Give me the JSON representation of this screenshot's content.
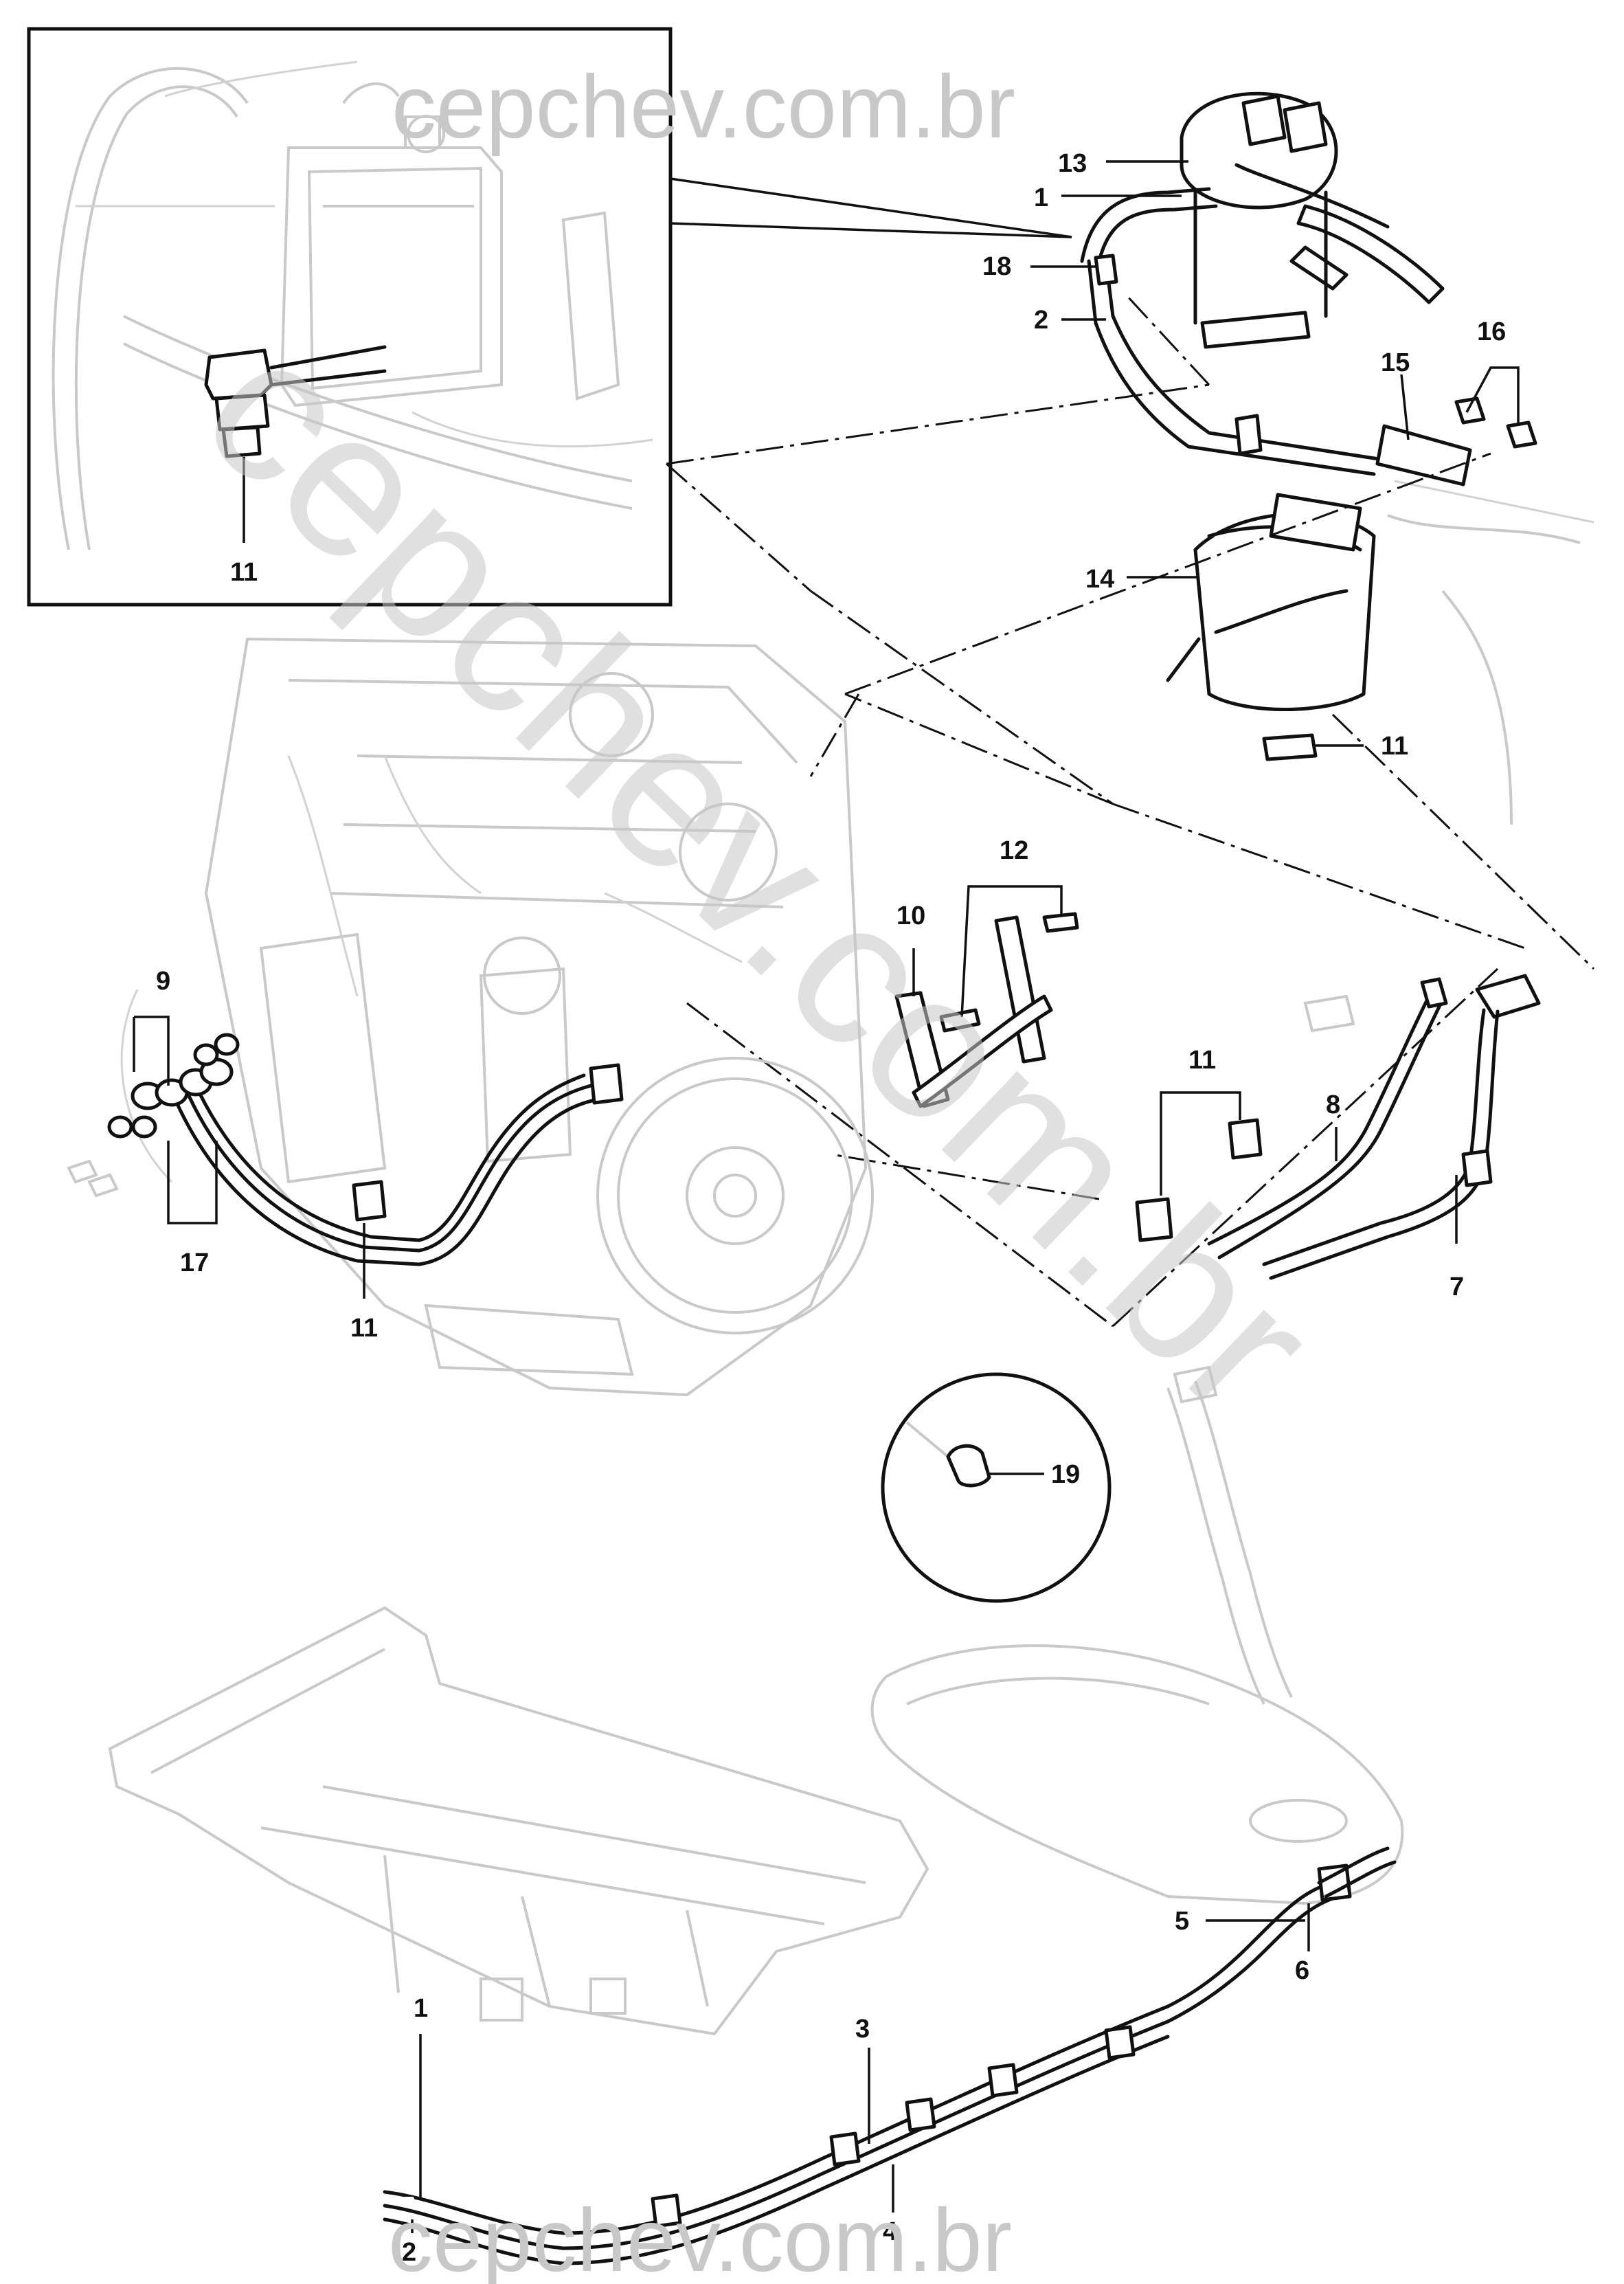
{
  "watermark": {
    "top": "cepchev.com.br",
    "bottom": "cepchev.com.br",
    "diagonal": "cepchev.com.br"
  },
  "callouts": {
    "c1_top": "1",
    "c2_top": "2",
    "c13": "13",
    "c18": "18",
    "c16": "16",
    "c15": "15",
    "c14": "14",
    "c11_inset": "11",
    "c11_filter": "11",
    "c12": "12",
    "c10": "10",
    "c11_clips": "11",
    "c8": "8",
    "c7": "7",
    "c9": "9",
    "c17": "17",
    "c11_engine": "11",
    "c19": "19",
    "c5": "5",
    "c6": "6",
    "c3": "3",
    "c1_bottom": "1",
    "c4": "4",
    "c2_bottom": "2"
  }
}
